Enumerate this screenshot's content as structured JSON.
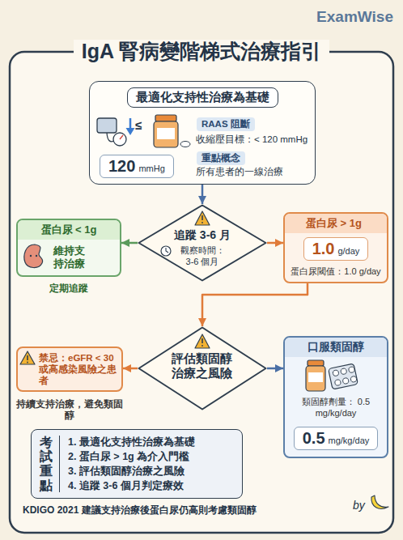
{
  "diagram": {
    "title": "IgA 腎病變階梯式治療指引",
    "caption": "KDIGO 2021 建議支持治療後蛋白尿仍高則考慮類固醇",
    "nodes": [
      {
        "text": [
          "最適化支持性治療為基礎"
        ]
      },
      {
        "text": [
          "120",
          "mmHg"
        ],
        "in": 0
      },
      {
        "text": [
          "RAAS 阻斷"
        ],
        "in": 0
      },
      {
        "text": [
          "重點概念"
        ],
        "in": 0
      },
      {
        "text": [
          "追蹤 3-6 月",
          "觀察時間： 3-6 個月"
        ]
      },
      {
        "text": [
          "蛋白尿 < 1g",
          "維持支持治療"
        ]
      },
      {
        "text": [
          "蛋白尿 > 1g",
          "蛋白尿閾值：1.0 g/day"
        ]
      },
      {
        "text": [
          "1.0",
          "g/day"
        ],
        "in": 6
      },
      {
        "text": [
          "評估類固醇治療之風險"
        ]
      },
      {
        "text": [
          "禁忌：eGFR < 30 或高感染風險之患者"
        ]
      },
      {
        "text": [
          "口服類固醇",
          "類固醇劑量： 0.5 mg/kg/day"
        ]
      },
      {
        "text": [
          "0.5",
          "mg/kg/day"
        ],
        "in": 10
      },
      {
        "text": [
          "考試重點",
          "1. 最適化支持性治療為基礎",
          "2. 蛋白尿 > 1g 為介入門檻",
          "3. 評估類固醇治療之風險",
          "4. 追蹤 3-6 個月判定療效"
        ]
      }
    ],
    "edges": [
      {
        "from": 0,
        "to": 4,
        "arrow": "to"
      },
      {
        "from": 4,
        "to": 5,
        "arrow": "to"
      },
      {
        "from": 4,
        "to": 6,
        "arrow": "to"
      },
      {
        "from": 6,
        "to": 8,
        "arrow": "to"
      },
      {
        "from": 8,
        "to": 9,
        "arrow": "to"
      },
      {
        "from": 8,
        "to": 10,
        "arrow": "to"
      }
    ],
    "labels": [
      "ExamWise",
      "≤",
      "收縮壓目標：< 120 mmHg",
      "所有患者的一線治療",
      "定期追蹤",
      "持續支持治療，避免類固醇",
      "by"
    ]
  }
}
